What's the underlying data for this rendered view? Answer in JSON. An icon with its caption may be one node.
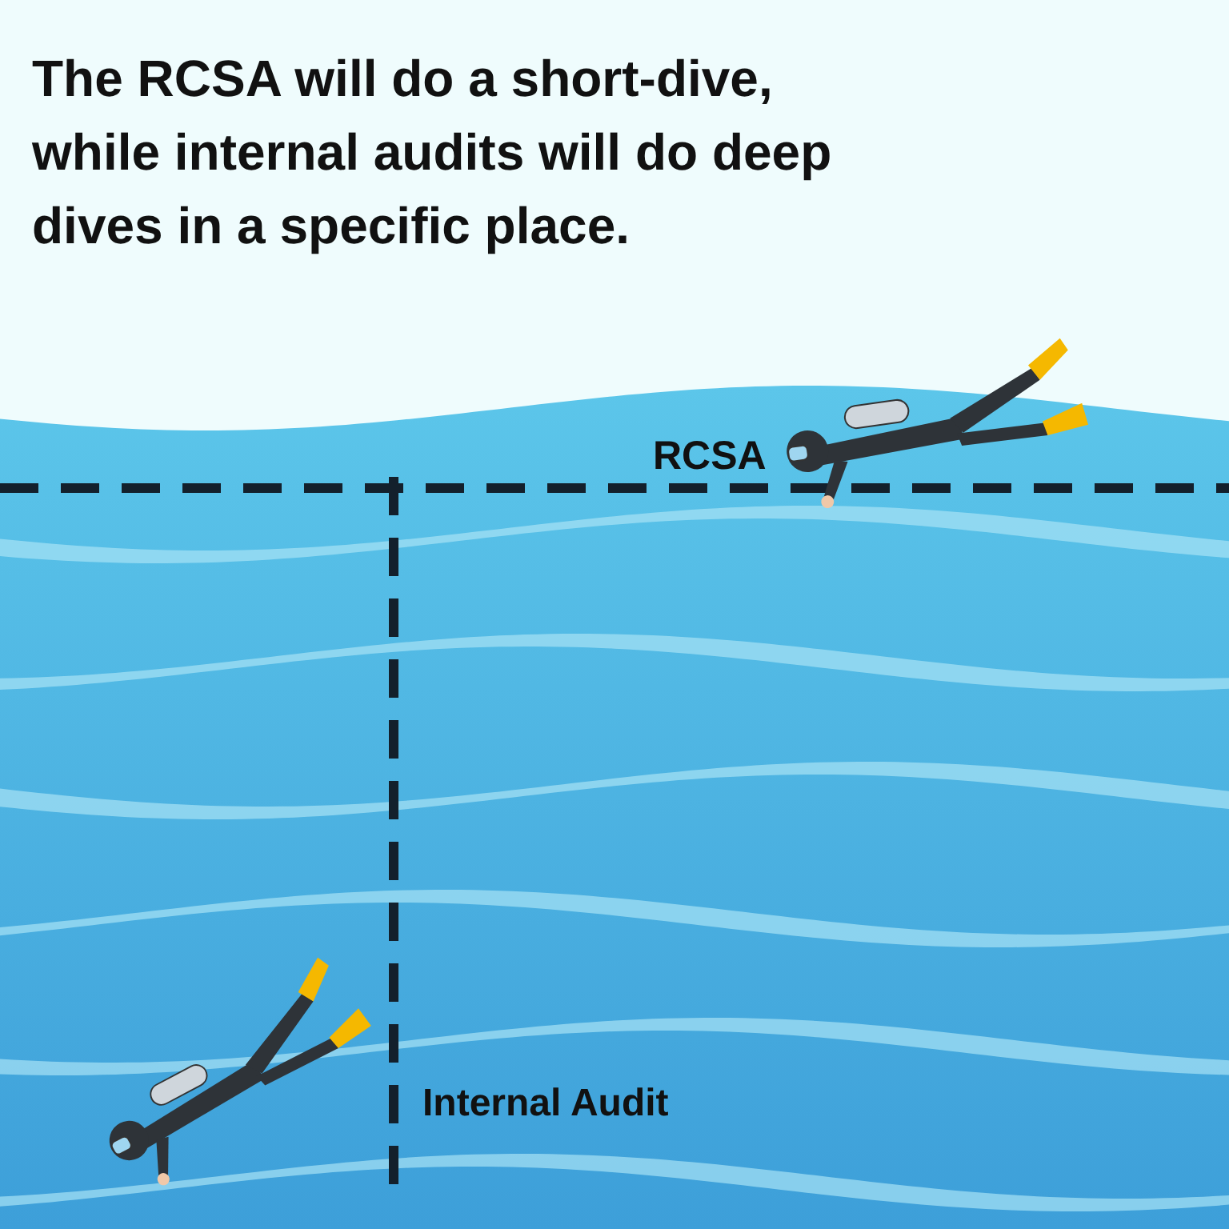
{
  "diagram": {
    "title": "The RCSA will do a short-dive, while internal audits will do deep dives in a specific place.",
    "labels": [
      "RCSA",
      "Internal Audit"
    ]
  }
}
